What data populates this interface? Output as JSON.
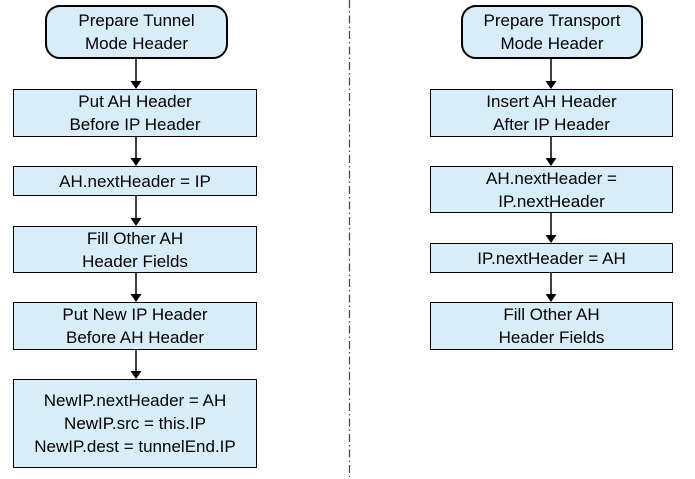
{
  "colors": {
    "node_fill": "#d7edf8",
    "node_border": "#000000",
    "text": "#000000",
    "arrow": "#000000",
    "divider": "#4d4d4d"
  },
  "left_flowchart": {
    "nodes": [
      {
        "type": "rounded",
        "lines": [
          "Prepare Tunnel",
          "Mode Header"
        ]
      },
      {
        "type": "rect",
        "lines": [
          "Put AH Header",
          "Before IP Header"
        ]
      },
      {
        "type": "rect",
        "lines": [
          "AH.nextHeader = IP"
        ]
      },
      {
        "type": "rect",
        "lines": [
          "Fill Other AH",
          "Header Fields"
        ]
      },
      {
        "type": "rect",
        "lines": [
          "Put New IP Header",
          "Before AH Header"
        ]
      },
      {
        "type": "rect",
        "lines": [
          "NewIP.nextHeader = AH",
          "NewIP.src = this.IP",
          "NewIP.dest = tunnelEnd.IP"
        ]
      }
    ]
  },
  "right_flowchart": {
    "nodes": [
      {
        "type": "rounded",
        "lines": [
          "Prepare Transport",
          "Mode Header"
        ]
      },
      {
        "type": "rect",
        "lines": [
          "Insert AH Header",
          "After IP Header"
        ]
      },
      {
        "type": "rect",
        "lines": [
          "AH.nextHeader =",
          "IP.nextHeader"
        ]
      },
      {
        "type": "rect",
        "lines": [
          "IP.nextHeader = AH"
        ]
      },
      {
        "type": "rect",
        "lines": [
          "Fill Other AH",
          "Header Fields"
        ]
      }
    ]
  }
}
